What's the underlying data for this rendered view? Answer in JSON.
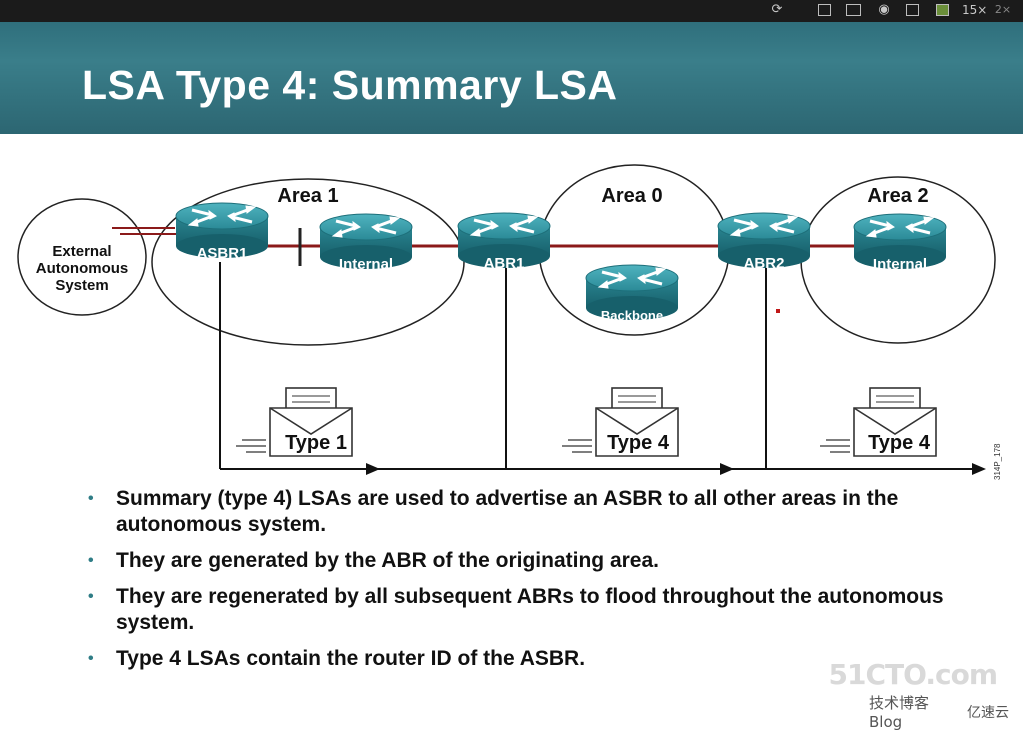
{
  "toolbar": {
    "zoom_label": "15×",
    "extra_label": "2×",
    "icons": [
      "refresh-icon",
      "window-icon",
      "camera-icon",
      "settings-icon",
      "layout-icon"
    ]
  },
  "slide": {
    "title": "LSA Type 4: Summary LSA"
  },
  "diagram": {
    "external_as": [
      "External",
      "Autonomous",
      "System"
    ],
    "areas": [
      "Area 1",
      "Area 0",
      "Area 2"
    ],
    "routers": {
      "asbr1": "ASBR1",
      "internal1": "Internal",
      "abr1": "ABR1",
      "backbone": "Backbone",
      "abr2": "ABR2",
      "internal2": "Internal"
    },
    "lsa_labels": [
      "Type 1",
      "Type 4",
      "Type 4"
    ],
    "figure_code": "314P_178"
  },
  "bullets": [
    "Summary (type 4) LSAs are used to advertise an ASBR to all other areas in the autonomous system.",
    "They are generated by the ABR of the originating area.",
    "They are regenerated by all subsequent ABRs to flood throughout the autonomous system.",
    "Type 4 LSAs contain the router ID of the ASBR."
  ],
  "watermark": {
    "site": "51CTO.com",
    "sub": "技术博客 Blog",
    "logo": "亿速云"
  }
}
